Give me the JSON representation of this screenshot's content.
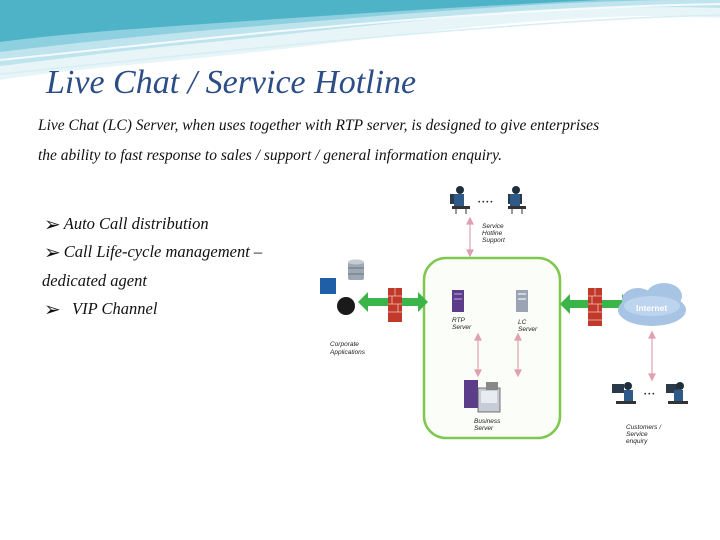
{
  "slide": {
    "title": "Live Chat / Service Hotline",
    "intro_line1": "Live Chat (LC) Server, when uses together with RTP server, is designed to give enterprises",
    "intro_line2": "the ability to fast response to sales / support / general information enquiry.",
    "bullets": [
      "Auto Call distribution",
      "Call Life-cycle management –",
      "VIP Channel"
    ],
    "bullet2_continuation": "dedicated agent"
  },
  "diagram": {
    "hotline_label": [
      "Service",
      "Hotline",
      "Support"
    ],
    "rtp_label": [
      "RTP",
      "Server"
    ],
    "lc_label": [
      "LC",
      "Server"
    ],
    "corporate_label": [
      "Corporate",
      "Applications"
    ],
    "business_label": [
      "Business",
      "Server"
    ],
    "customers_label": [
      "Customers /",
      "Service",
      "enquiry"
    ],
    "internet_label": "Internet",
    "colors": {
      "accent_title": "#2c4d86",
      "ring": "#7ec850",
      "firewall": "#c0392b",
      "arrow_green": "#3bb54a",
      "arrow_pink": "#e0a0b0",
      "server_purple": "#5b3d8a",
      "cloud": "#a8c4e4",
      "wave_teal": "#4fb3c8"
    }
  }
}
